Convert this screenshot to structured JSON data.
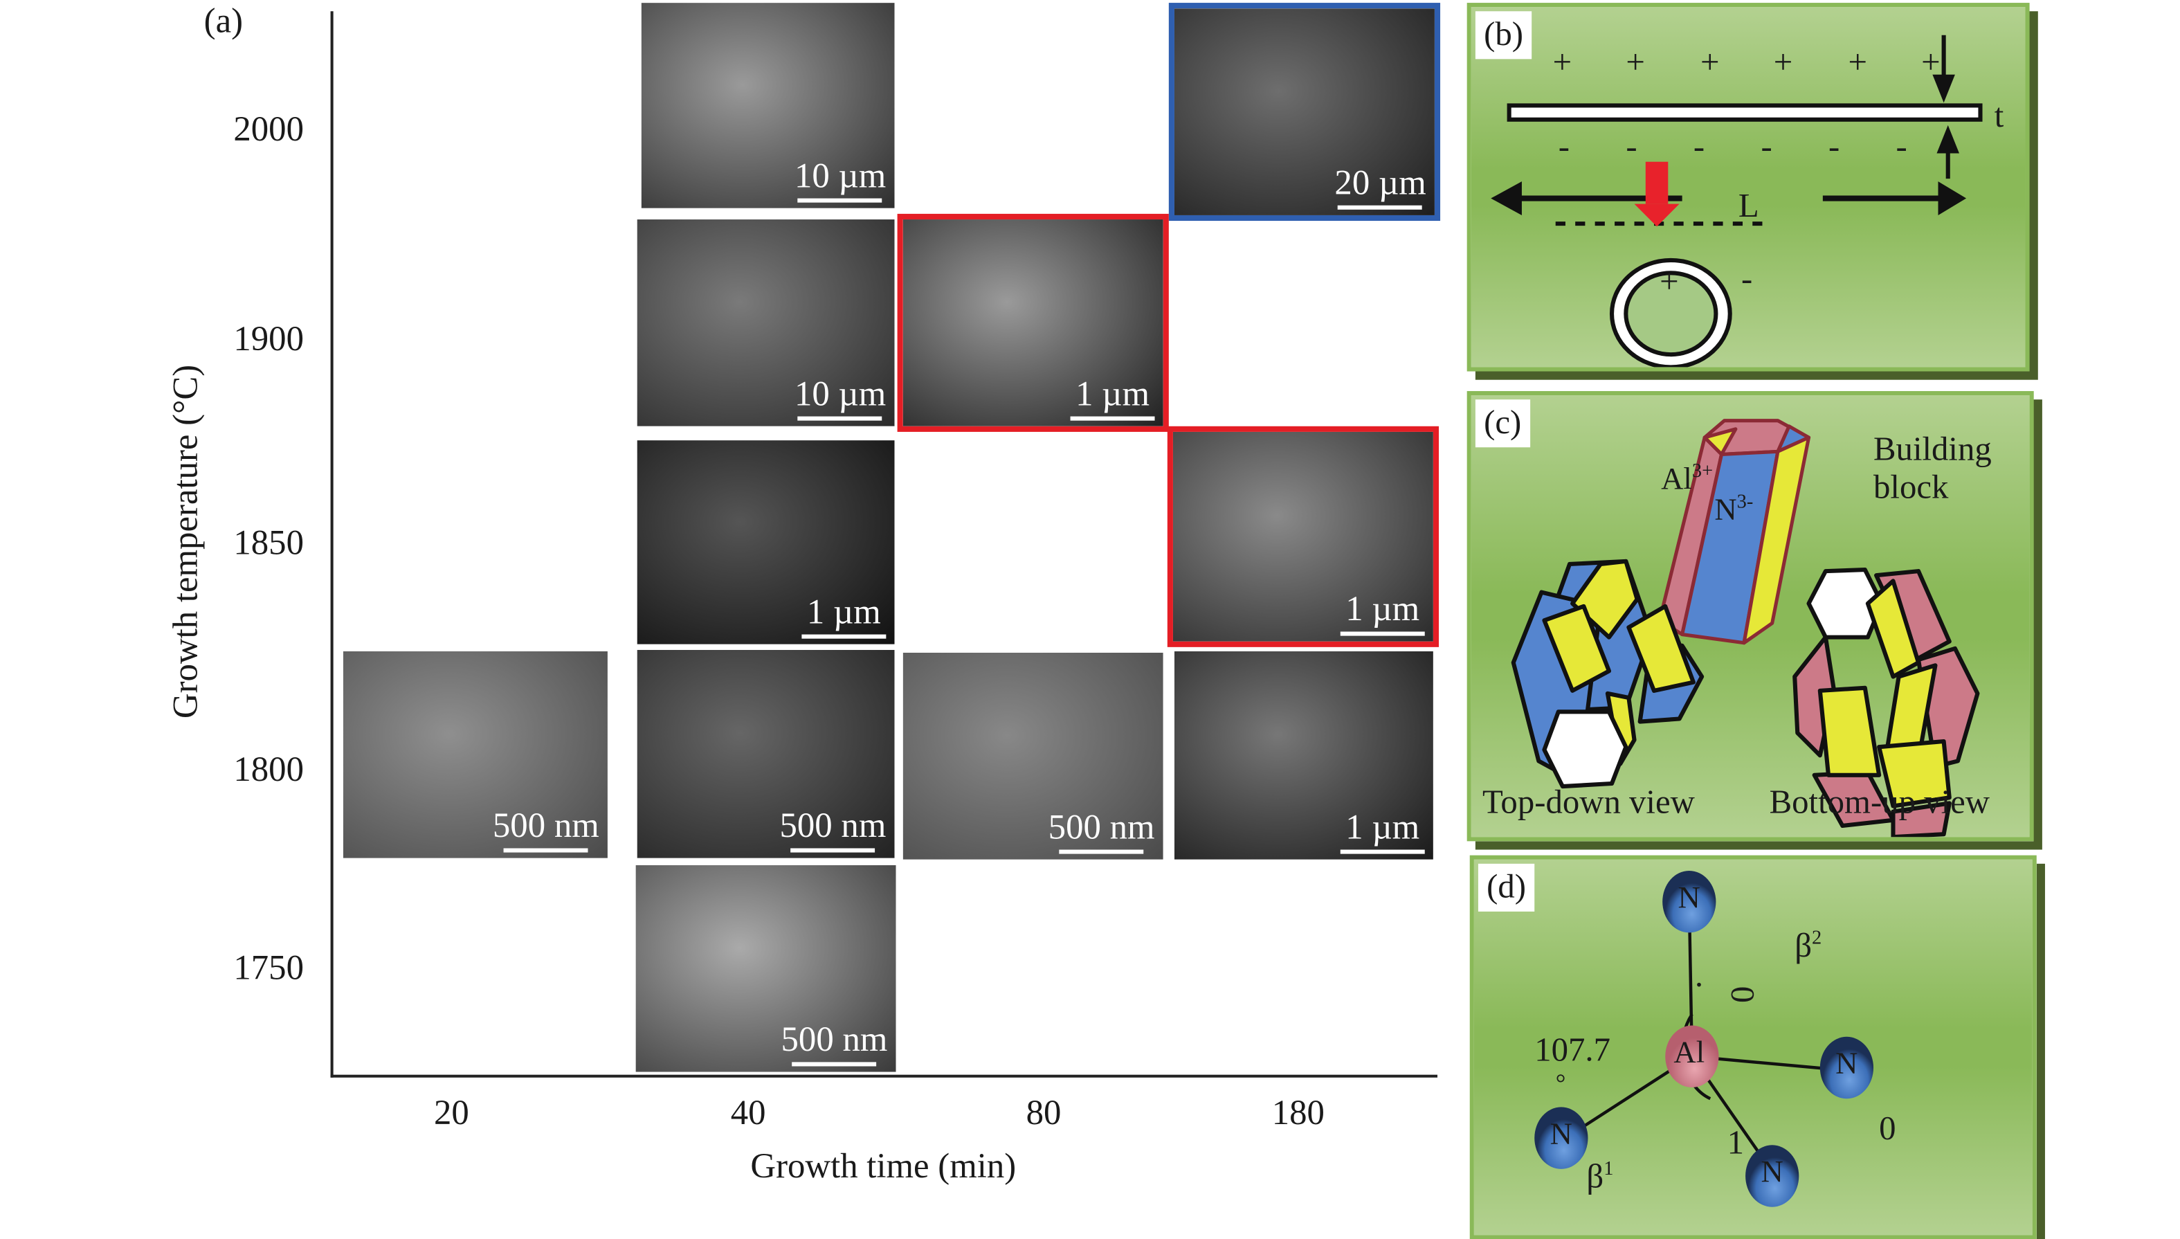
{
  "panel_a": {
    "label": "(a)",
    "y_axis_title": "Growth temperature (°C)",
    "x_axis_title": "Growth time (min)",
    "y_ticks": [
      "2000",
      "1900",
      "1850",
      "1800",
      "1750"
    ],
    "x_ticks": [
      "20",
      "40",
      "80",
      "180"
    ],
    "images": [
      {
        "temp": "2000",
        "time": "40",
        "scale": "10 µm",
        "frame": "none"
      },
      {
        "temp": "2000",
        "time": "180",
        "scale": "20 µm",
        "frame": "blue"
      },
      {
        "temp": "1900",
        "time": "40",
        "scale": "10 µm",
        "frame": "none"
      },
      {
        "temp": "1900",
        "time": "80",
        "scale": "1 µm",
        "frame": "red"
      },
      {
        "temp": "1850",
        "time": "40",
        "scale": "1 µm",
        "frame": "none"
      },
      {
        "temp": "1850",
        "time": "180",
        "scale": "1 µm",
        "frame": "red"
      },
      {
        "temp": "1800",
        "time": "20",
        "scale": "500 nm",
        "frame": "none"
      },
      {
        "temp": "1800",
        "time": "40",
        "scale": "500 nm",
        "frame": "none"
      },
      {
        "temp": "1800",
        "time": "80",
        "scale": "500 nm",
        "frame": "none"
      },
      {
        "temp": "1800",
        "time": "180",
        "scale": "1 µm",
        "frame": "none"
      },
      {
        "temp": "1750",
        "time": "40",
        "scale": "500 nm",
        "frame": "none"
      }
    ],
    "frame_colors": {
      "red": "#e41e25",
      "blue": "#2f5fb0"
    }
  },
  "panel_b": {
    "label": "(b)",
    "t": "t",
    "L": "L",
    "plus": "+",
    "minus": "-"
  },
  "panel_c": {
    "label": "(c)",
    "al": "Al",
    "al_sup": "3+",
    "n": "N",
    "n_sup": "3-",
    "building_block": "Building block",
    "top_down": "Top-down view",
    "bottom_up": "Bottom-up view"
  },
  "panel_d": {
    "label": "(d)",
    "angle": "107.7",
    "degree": "°",
    "beta1": "β",
    "beta1_sup": "1",
    "beta2": "β",
    "beta2_sup": "2",
    "one": "1",
    "zero": "0",
    "zero_rot": "0",
    "dot": "·",
    "al": "Al",
    "n": "N"
  },
  "colors": {
    "panel_green": "#8ab958",
    "blue_face": "#5585cf",
    "pink_face": "#cc7a88",
    "yellow_face": "#e6e838"
  }
}
